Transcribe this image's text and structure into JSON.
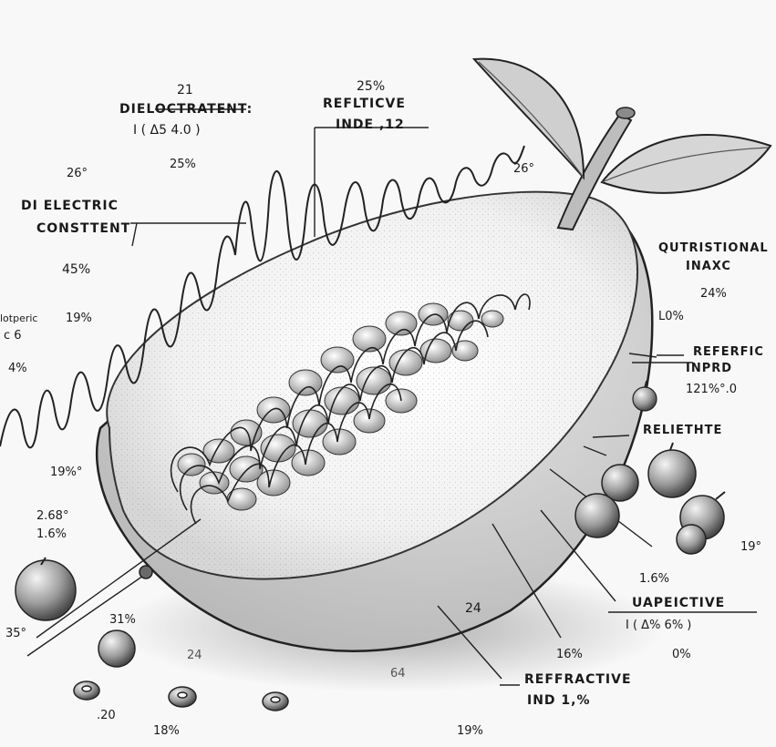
{
  "labels": {
    "dielectric_top": {
      "number": "21",
      "title": "DIELOCTRATENT:",
      "value": "I ( Δ5  4.0 )"
    },
    "refractive_top": {
      "number": "25%",
      "title": "REFLTICVE",
      "value": "INDE ,12"
    },
    "dielectric_left": {
      "title1": "DI ELECTRIC",
      "title2": "CONSTTENT",
      "value": "45%"
    },
    "pct_25": "25%",
    "deg_26_left": "26°",
    "deg_26_right": "26°",
    "partial_left": {
      "line1": "lotperic",
      "line2": "c 6",
      "value": "4%"
    },
    "pct_19_left": "19%",
    "nutritional": {
      "title1": "QUTRISTIONAL",
      "title2": "INAXC",
      "value1": "24%",
      "value2": "L0%"
    },
    "referfic": {
      "title1": "REFERFIC",
      "title2": "INPRD",
      "value": "121%°.0"
    },
    "reliethte": "RELIETHTE",
    "deg_19_left": "19%°",
    "left_2_68": {
      "line1": "2.68°",
      "line2": "1.6%"
    },
    "deg_19_right": "19°",
    "uapeictive": {
      "value_top": "1.6%",
      "title": "UAPEICTIVE",
      "value": "I ( Δ%  6% )",
      "bottom": "0%"
    },
    "deg_35": "35°",
    "pct_31": "31%",
    "num_24_center": "24",
    "num_24_left": "24",
    "num_64": "64",
    "pct_16_mid": "16%",
    "refractive_bottom": {
      "title": "REFFRACTIVE",
      "value": "IND 1,%"
    },
    "num_20": ".20",
    "pct_18": "18%",
    "pct_19_bottom": "19%"
  }
}
